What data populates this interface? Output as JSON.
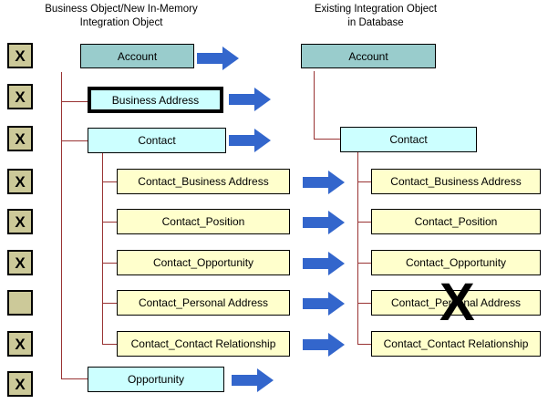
{
  "headers": {
    "left": "Business Object/New In-Memory\nIntegration Object",
    "right": "Existing Integration Object\nin Database"
  },
  "colors": {
    "teal_node": "#99cccc",
    "cyan_node": "#ccffff",
    "yellow_node": "#ffffcc",
    "status_box": "#ccc999",
    "connector_line": "#993333",
    "arrow": "#3366cc",
    "border": "#000000",
    "background": "#ffffff"
  },
  "status_boxes": [
    {
      "mark": "X",
      "row": 0
    },
    {
      "mark": "X",
      "row": 1
    },
    {
      "mark": "X",
      "row": 2
    },
    {
      "mark": "X",
      "row": 3
    },
    {
      "mark": "X",
      "row": 4
    },
    {
      "mark": "X",
      "row": 5
    },
    {
      "mark": "",
      "row": 6
    },
    {
      "mark": "X",
      "row": 7
    },
    {
      "mark": "X",
      "row": 8
    }
  ],
  "left_tree": {
    "root": {
      "label": "Account",
      "style": "teal"
    },
    "children": [
      {
        "label": "Business Address",
        "style": "cyan-thick"
      },
      {
        "label": "Contact",
        "style": "cyan"
      },
      {
        "label": "Opportunity",
        "style": "cyan"
      }
    ],
    "contact_children": [
      {
        "label": "Contact_Business Address",
        "style": "yellow"
      },
      {
        "label": "Contact_Position",
        "style": "yellow"
      },
      {
        "label": "Contact_Opportunity",
        "style": "yellow"
      },
      {
        "label": "Contact_Personal Address",
        "style": "yellow"
      },
      {
        "label": "Contact_Contact Relationship",
        "style": "yellow"
      }
    ]
  },
  "right_tree": {
    "root": {
      "label": "Account",
      "style": "teal"
    },
    "children": [
      {
        "label": "Contact",
        "style": "cyan"
      }
    ],
    "contact_children": [
      {
        "label": "Contact_Business Address",
        "style": "yellow"
      },
      {
        "label": "Contact_Position",
        "style": "yellow"
      },
      {
        "label": "Contact_Opportunity",
        "style": "yellow"
      },
      {
        "label": "Contact_Personal Address",
        "style": "yellow"
      },
      {
        "label": "Contact_Contact Relationship",
        "style": "yellow"
      }
    ]
  },
  "overlay": {
    "delete_mark": "X"
  },
  "arrows": {
    "count": 9,
    "direction": "right"
  }
}
